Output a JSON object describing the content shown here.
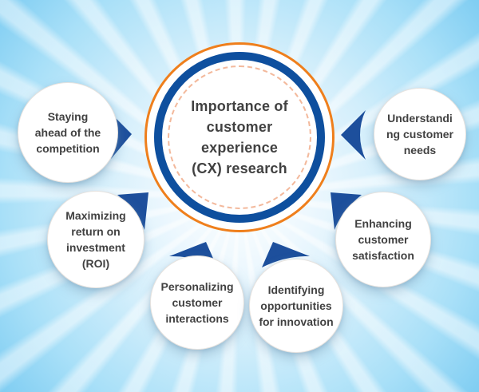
{
  "title": {
    "text": "Importance of\ncustomer experience\n(CX) research"
  },
  "nodes": [
    {
      "id": "staying-ahead",
      "label": "Staying\nahead of the\ncompetition"
    },
    {
      "id": "understanding-needs",
      "label": "Understandi\nng customer\nneeds"
    },
    {
      "id": "maximizing-roi",
      "label": "Maximizing\nreturn on\ninvestment\n(ROI)"
    },
    {
      "id": "personalizing-interactions",
      "label": "Personalizing\ncustomer\ninteractions"
    },
    {
      "id": "identifying-innovation",
      "label": "Identifying\nopportunities\nfor innovation"
    },
    {
      "id": "enhancing-satisfaction",
      "label": "Enhancing\ncustomer\nsatisfaction"
    }
  ],
  "colors": {
    "arrow-blue": "#1d4f9c",
    "ring-blue": "#0e4f9e",
    "ring-orange": "#ef7f1c",
    "text-dark": "#414141",
    "dash-peach": "#f3b99c",
    "bg-edge-blue": "#7fcdf2",
    "bg-center": "#fdffff"
  }
}
